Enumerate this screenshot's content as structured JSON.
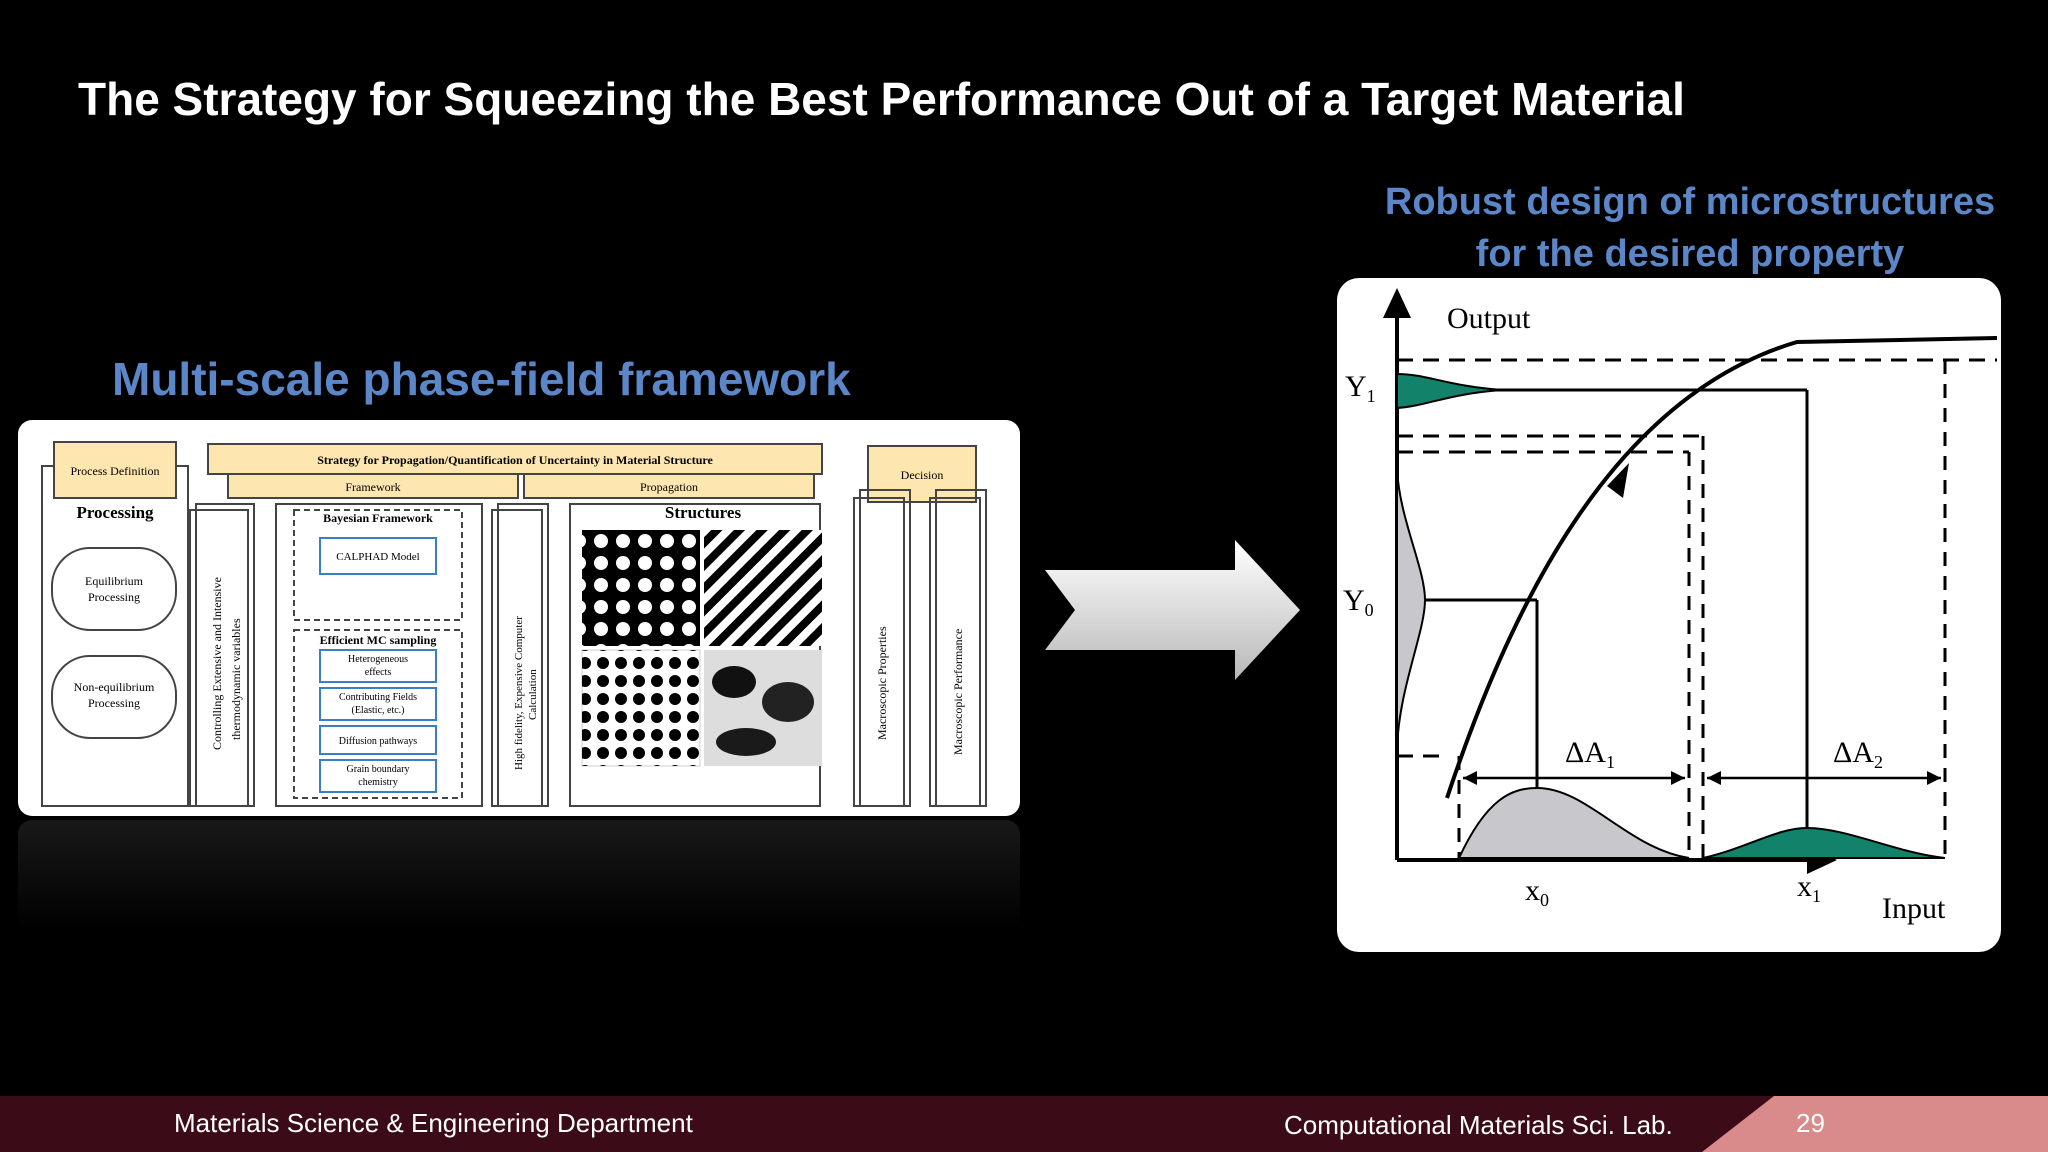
{
  "slide": {
    "title": "The Strategy for Squeezing the Best Performance Out of a Target Material",
    "left_heading": "Multi-scale phase-field framework",
    "right_heading_line1": "Robust design of microstructures",
    "right_heading_line2": "for the desired property"
  },
  "framework": {
    "process_definition": "Process Definition",
    "processing": "Processing",
    "equilibrium_1": "Equilibrium",
    "equilibrium_2": "Processing",
    "nonequilibrium_1": "Non-equilibrium",
    "nonequilibrium_2": "Processing",
    "strategy": "Strategy for Propagation/Quantification of Uncertainty in Material Structure",
    "framework_label": "Framework",
    "propagation_label": "Propagation",
    "decision": "Decision",
    "controlling_1": "Controlling Extensive and Intensive",
    "controlling_2": "thermodynamic variables",
    "bayesian": "Bayesian Framework",
    "calphad": "CALPHAD Model",
    "efficient_mc": "Efficient MC sampling",
    "hetero_1": "Heterogeneous",
    "hetero_2": "effects",
    "contrib_1": "Contributing Fields",
    "contrib_2": "(Elastic, etc.)",
    "diffusion": "Diffusion pathways",
    "grain_1": "Grain boundary",
    "grain_2": "chemistry",
    "high_fidelity_1": "High fidelity, Expensive Computer",
    "high_fidelity_2": "Calculation",
    "structures": "Structures",
    "macro_properties": "Macroscopic Properties",
    "macro_performance": "Macroscopic Performance"
  },
  "graph": {
    "output_label": "Output",
    "input_label": "Input",
    "y1": "Y",
    "y1_sub": "1",
    "y0": "Y",
    "y0_sub": "0",
    "x0": "x",
    "x0_sub": "0",
    "x1": "x",
    "x1_sub": "1",
    "dA1": "ΔA",
    "dA1_sub": "1",
    "dA2": "ΔA",
    "dA2_sub": "2",
    "accent_green": "#12826a",
    "accent_gray": "#c8c8cc"
  },
  "footer": {
    "department": "Materials Science & Engineering Department",
    "lab": "Computational Materials Sci. Lab.",
    "page": "29"
  },
  "colors": {
    "heading_blue": "#5b87c8",
    "footer_bg": "#3b0c18",
    "badge": "#d98a8a",
    "label_fill": "#fde6b0"
  }
}
